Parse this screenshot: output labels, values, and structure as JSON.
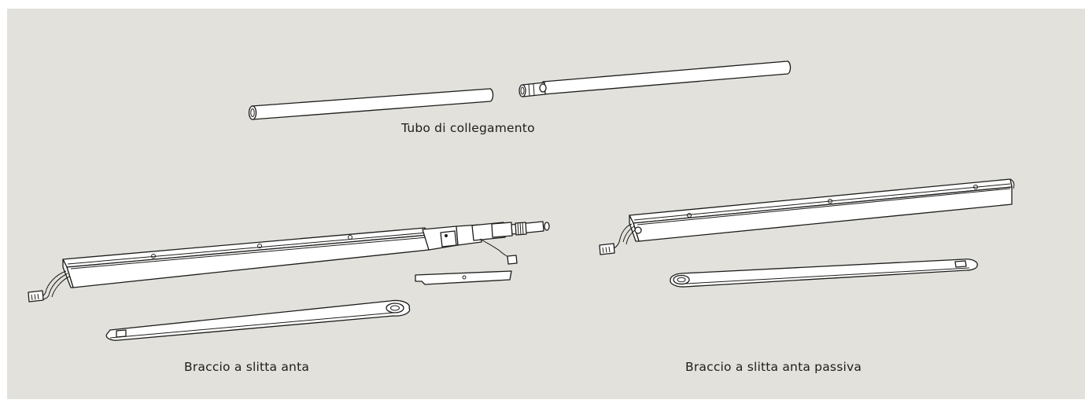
{
  "captions": {
    "tubo": "Tubo di collegamento",
    "anta": "Braccio a slitta anta",
    "anta_passiva": "Braccio a slitta anta passiva"
  },
  "colors": {
    "background": "#e3e1dc",
    "line": "#1d1d1b",
    "part_fill": "#ffffff"
  }
}
